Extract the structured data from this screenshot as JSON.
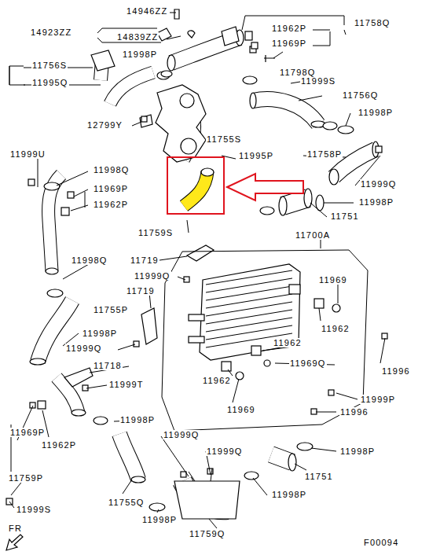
{
  "diagram": {
    "labels": [
      "14946ZZ",
      "14923ZZ",
      "14839ZZ",
      "11962P",
      "11758Q",
      "11969P",
      "11756S",
      "11998P",
      "11995Q",
      "11999S",
      "11798Q",
      "11756Q",
      "11998P",
      "12799Y",
      "11755S",
      "11999U",
      "11995P",
      "11758P",
      "11998Q",
      "11999Q",
      "11969P",
      "11962P",
      "11998P",
      "11751",
      "11759S",
      "11700A",
      "11719",
      "11999Q",
      "11998Q",
      "11969",
      "11755P",
      "11719",
      "11962",
      "11998P",
      "11962",
      "11999Q",
      "11969Q",
      "11996",
      "11718",
      "11999T",
      "11962",
      "11999P",
      "11969",
      "11998P",
      "11996",
      "11969P",
      "11962P",
      "11999Q",
      "11999Q",
      "11998P",
      "11759P",
      "11751",
      "11999S",
      "11755Q",
      "11998P",
      "11998P",
      "11759Q",
      "FR",
      "F00094"
    ]
  }
}
